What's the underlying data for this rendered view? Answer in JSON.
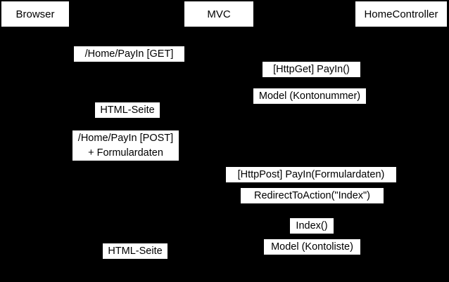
{
  "diagram": {
    "title": "MVC PayIn Sequence Diagram",
    "background_color": "#000000",
    "box_fill_color": "#ffffff",
    "text_color": "#000000",
    "type": "uml-sequence-diagram"
  },
  "participants": [
    {
      "id": "browser",
      "label": "Browser"
    },
    {
      "id": "mvc",
      "label": "MVC"
    },
    {
      "id": "homecontroller",
      "label": "HomeController"
    }
  ],
  "messages": [
    {
      "id": "m1",
      "lines": [
        "/Home/PayIn [GET]"
      ],
      "from": "browser",
      "to": "mvc"
    },
    {
      "id": "m2",
      "lines": [
        "[HttpGet] PayIn()"
      ],
      "from": "mvc",
      "to": "homecontroller"
    },
    {
      "id": "m3",
      "lines": [
        "Model (Kontonummer)"
      ],
      "from": "homecontroller",
      "to": "mvc"
    },
    {
      "id": "m4",
      "lines": [
        "HTML-Seite"
      ],
      "from": "mvc",
      "to": "browser"
    },
    {
      "id": "m5",
      "lines": [
        "/Home/PayIn [POST]",
        "+ Formulardaten"
      ],
      "from": "browser",
      "to": "mvc"
    },
    {
      "id": "m6",
      "lines": [
        "[HttpPost] PayIn(Formulardaten)"
      ],
      "from": "mvc",
      "to": "homecontroller"
    },
    {
      "id": "m7",
      "lines": [
        "RedirectToAction(\"Index\")"
      ],
      "from": "homecontroller",
      "to": "mvc"
    },
    {
      "id": "m8",
      "lines": [
        "Index()"
      ],
      "from": "mvc",
      "to": "homecontroller"
    },
    {
      "id": "m9",
      "lines": [
        "Model (Kontoliste)"
      ],
      "from": "homecontroller",
      "to": "mvc"
    },
    {
      "id": "m10",
      "lines": [
        "HTML-Seite"
      ],
      "from": "mvc",
      "to": "browser"
    }
  ]
}
